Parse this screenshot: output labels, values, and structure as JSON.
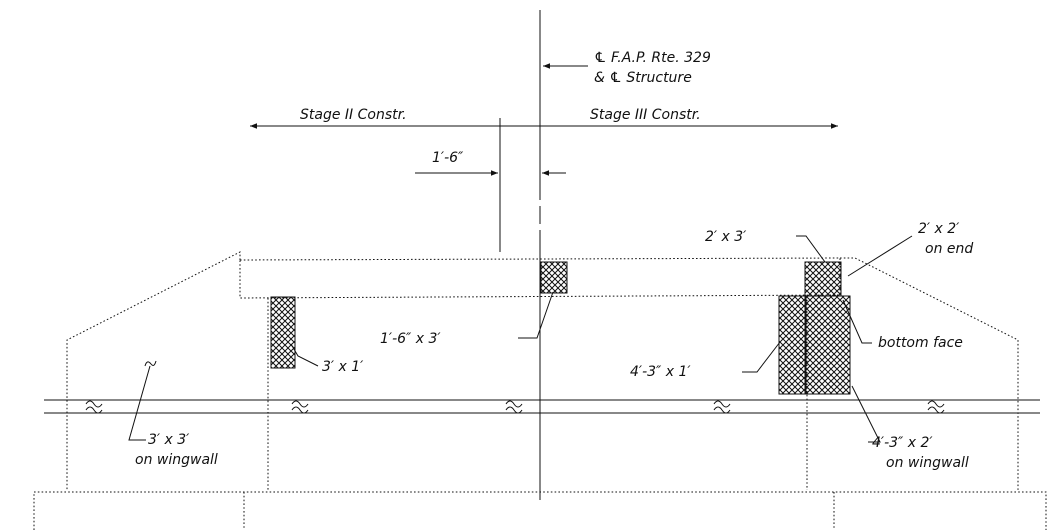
{
  "labels": {
    "centerline_1": "℄ F.A.P. Rte. 329",
    "centerline_2": "& ℄ Structure",
    "stage_2": "Stage II Constr.",
    "stage_3": "Stage III Constr.",
    "dim_offset": "1′-6″",
    "patch_2x3": "2′ x 3′",
    "patch_2x2_line1": "2′ x 2′",
    "patch_2x2_line2": "on end",
    "patch_bottom_face": "bottom face",
    "patch_1_6x3": "1′-6″ x 3′",
    "patch_3x1": "3′ x 1′",
    "patch_4_3x1": "4′-3″ x 1′",
    "patch_3x3_line1": "3′ x 3′",
    "patch_3x3_line2": "on wingwall",
    "patch_4_3x2_line1": "4′-3″ x 2′",
    "patch_4_3x2_line2": "on wingwall"
  },
  "colors": {
    "ink": "#111111",
    "background": "#ffffff"
  }
}
